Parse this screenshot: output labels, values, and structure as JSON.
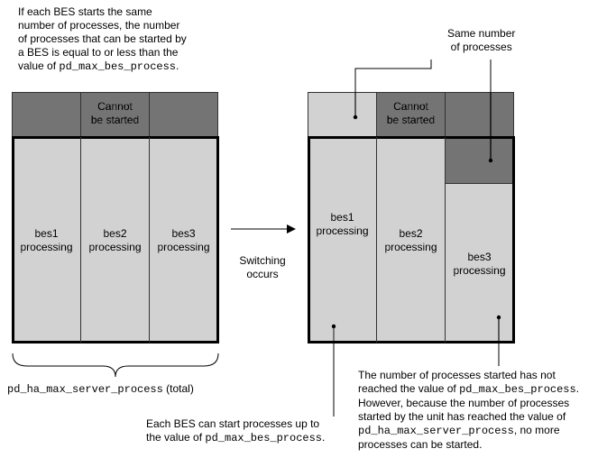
{
  "top_left_note": {
    "line1": "If each BES starts the same",
    "line2": "number of processes, the number",
    "line3": "of processes that can be started by",
    "line4": "a BES is equal to or less than the",
    "line5_prefix": "value of ",
    "line5_code": "pd_max_bes_process",
    "line5_suffix": "."
  },
  "same_number": {
    "line1": "Same number",
    "line2": "of processes"
  },
  "cannot_started": {
    "line1": "Cannot",
    "line2": "be started"
  },
  "left_diagram": {
    "bes1": {
      "line1": "bes1",
      "line2": "processing"
    },
    "bes2": {
      "line1": "bes2",
      "line2": "processing"
    },
    "bes3": {
      "line1": "bes3",
      "line2": "processing"
    }
  },
  "right_diagram": {
    "bes1": {
      "line1": "bes1",
      "line2": "processing"
    },
    "bes2": {
      "line1": "bes2",
      "line2": "processing"
    },
    "bes3": {
      "line1": "bes3",
      "line2": "processing"
    }
  },
  "switching": {
    "line1": "Switching",
    "line2": "occurs"
  },
  "total_label": {
    "code": "pd_ha_max_server_process",
    "suffix": " (total)"
  },
  "bottom_left_note": {
    "line1": "Each BES can start processes up to",
    "line2_prefix": "the value of ",
    "line2_code": "pd_max_bes_process",
    "line2_suffix": "."
  },
  "bottom_right_note": {
    "line1": "The number of processes started has not",
    "line2_prefix": "reached the value of ",
    "line2_code": "pd_max_bes_process",
    "line2_suffix": ".",
    "line3": "However, because the number of processes",
    "line4": "started by the unit has reached the value of",
    "line5_code": "pd_ha_max_server_process",
    "line5_suffix": ", no more",
    "line6": "processes can be started."
  }
}
